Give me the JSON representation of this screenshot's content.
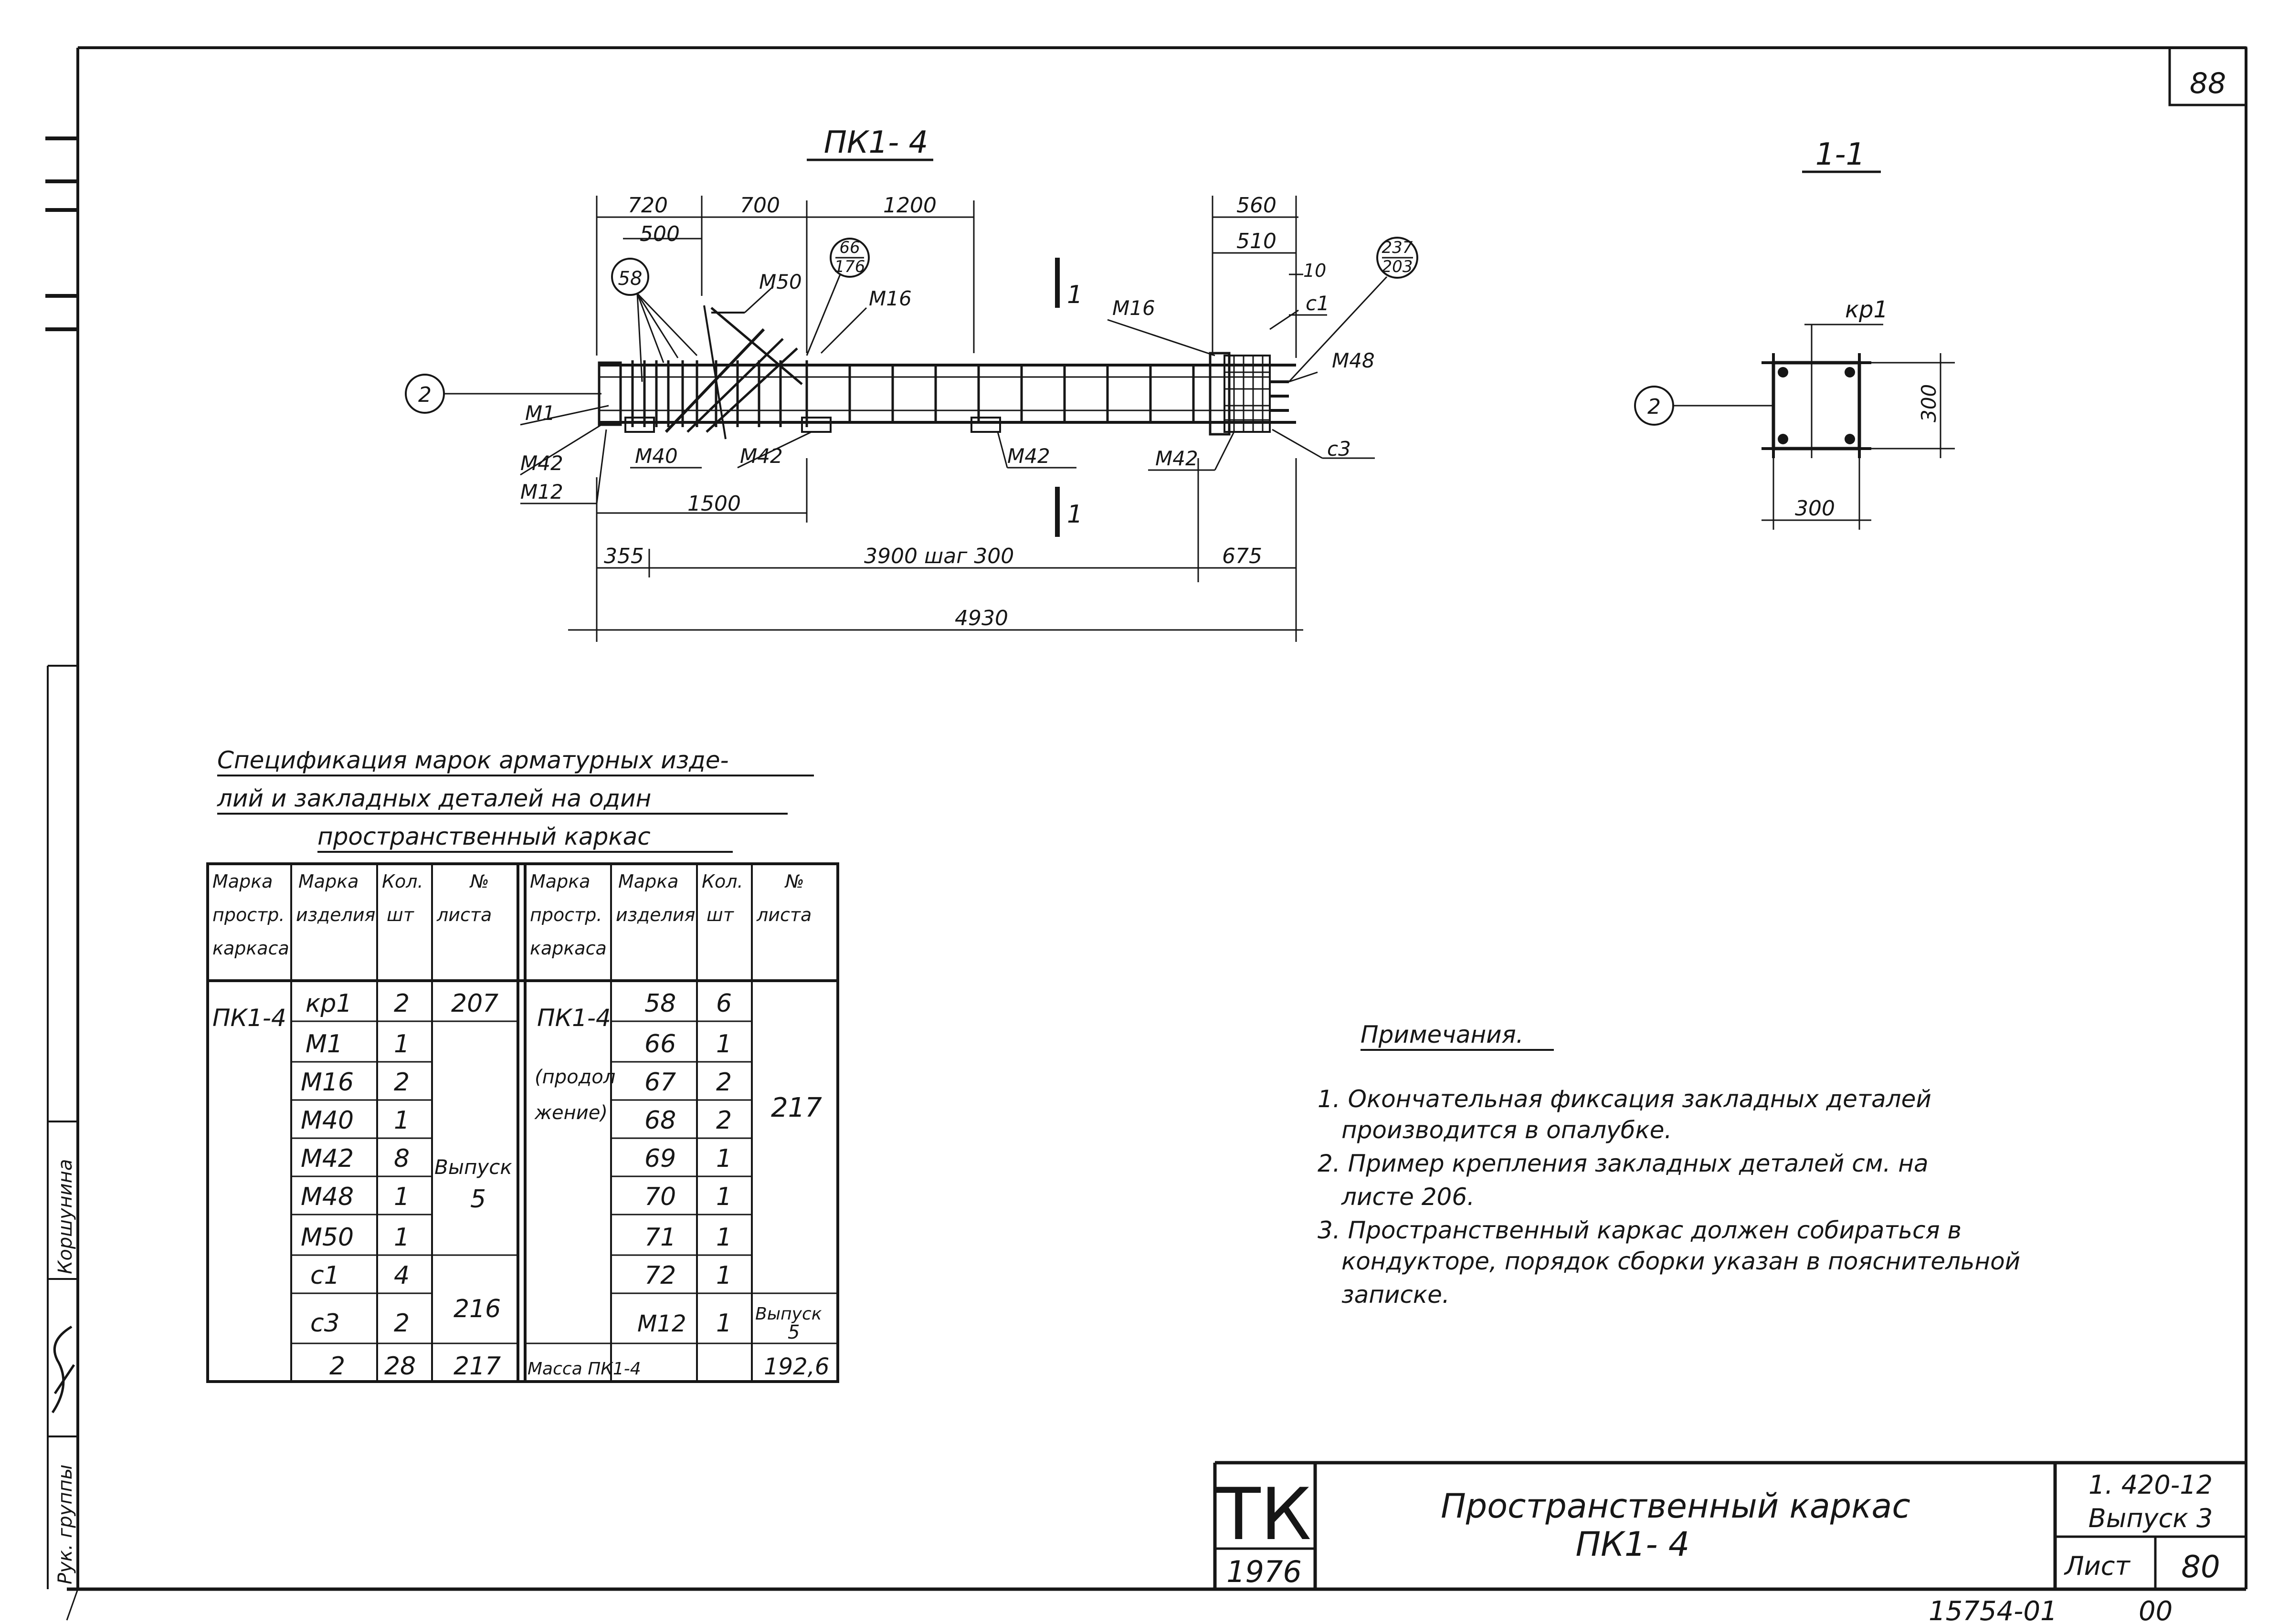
{
  "sheet_number": "88",
  "drawing": {
    "title": "ПК1- 4",
    "section_marker": "1",
    "dims_top": [
      "720",
      "700",
      "1200",
      "500",
      "560",
      "510",
      "10"
    ],
    "dims_bottom": [
      "1500",
      "355",
      "3900 шаг 300",
      "675",
      "4930"
    ],
    "callouts": [
      "58",
      "66",
      "176",
      "237",
      "203",
      "2"
    ],
    "labels": [
      "М50",
      "М16",
      "М16",
      "с1",
      "М48",
      "М1",
      "М42",
      "М40",
      "М42",
      "М42",
      "М42",
      "М12",
      "с3"
    ]
  },
  "section": {
    "title": "1-1",
    "top_label": "кр1",
    "callout": "2",
    "dim_right": "300",
    "dim_bottom": "300"
  },
  "spec": {
    "title_lines": [
      "Спецификация марок арматурных изде-",
      "лий и закладных деталей на один",
      "пространственный каркас"
    ],
    "headers": {
      "col1": [
        "Марка",
        "простр.",
        "каркаса"
      ],
      "col2": [
        "Марка",
        "изделия"
      ],
      "col3": [
        "Кол.",
        "шт"
      ],
      "col4": [
        "№",
        "листа"
      ]
    },
    "left_group": "ПК1-4",
    "left_marks": [
      "кр1",
      "М1",
      "М16",
      "М40",
      "М42",
      "М48",
      "М50",
      "с1",
      "с3",
      "2"
    ],
    "left_qty": [
      "2",
      "1",
      "2",
      "1",
      "8",
      "1",
      "1",
      "4",
      "2",
      "28"
    ],
    "left_sheet_a": "207",
    "left_sheet_b": [
      "Выпуск",
      "5"
    ],
    "left_sheet_c": "216",
    "left_sheet_d": "217",
    "right_group": [
      "ПК1-4",
      "(продол",
      "жение)"
    ],
    "right_marks": [
      "58",
      "66",
      "67",
      "68",
      "69",
      "70",
      "71",
      "72",
      "М12"
    ],
    "right_qty": [
      "6",
      "1",
      "2",
      "2",
      "1",
      "1",
      "1",
      "1",
      "1"
    ],
    "right_sheet_a": "217",
    "right_sheet_b": [
      "Выпуск",
      "5"
    ],
    "mass_label": "Масса ПК1-4",
    "mass_value": "192,6"
  },
  "notes": {
    "heading": "Примечания.",
    "lines": [
      "1. Окончательная фиксация закладных деталей",
      "производится в опалубке.",
      "2. Пример крепления закладных деталей см. на",
      "листе 206.",
      "3. Пространственный каркас должен собираться в",
      "кондукторе, порядок сборки указан в пояснительной",
      "записке."
    ]
  },
  "title_block": {
    "logo": "ТК",
    "year": "1976",
    "name_line1": "Пространственный каркас",
    "name_line2": "ПК1- 4",
    "series": "1. 420-12",
    "issue": "Выпуск 3",
    "sheet_label": "Лист",
    "sheet_value": "80"
  },
  "bottom_code": "15754-01",
  "bottom_right": "00",
  "side_labels": [
    "Рук. группы",
    "Коршунина"
  ]
}
